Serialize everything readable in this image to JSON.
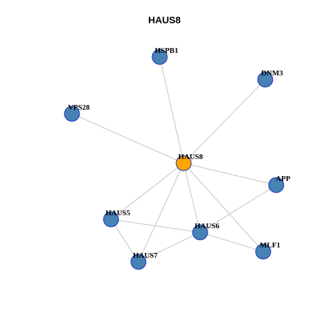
{
  "title": "HAUS8",
  "colors": {
    "center_node": "#FFA500",
    "node": "#4682B4",
    "node_border": "#1C2FBD",
    "edge": "#B3B3B3"
  },
  "nodes": [
    {
      "id": "HAUS8",
      "label": "HAUS8",
      "center": true
    },
    {
      "id": "HSPB1",
      "label": "HSPB1"
    },
    {
      "id": "DNM3",
      "label": "DNM3"
    },
    {
      "id": "VPS28",
      "label": "VPS28"
    },
    {
      "id": "APP",
      "label": "APP"
    },
    {
      "id": "HAUS5",
      "label": "HAUS5"
    },
    {
      "id": "HAUS6",
      "label": "HAUS6"
    },
    {
      "id": "MLF1",
      "label": "MLF1"
    },
    {
      "id": "HAUS7",
      "label": "HAUS7"
    }
  ],
  "edges": [
    [
      "HAUS8",
      "HSPB1"
    ],
    [
      "HAUS8",
      "DNM3"
    ],
    [
      "HAUS8",
      "VPS28"
    ],
    [
      "HAUS8",
      "APP"
    ],
    [
      "HAUS8",
      "HAUS5"
    ],
    [
      "HAUS8",
      "HAUS6"
    ],
    [
      "HAUS8",
      "MLF1"
    ],
    [
      "HAUS8",
      "HAUS7"
    ],
    [
      "HAUS5",
      "HAUS6"
    ],
    [
      "HAUS5",
      "HAUS7"
    ],
    [
      "HAUS6",
      "HAUS7"
    ],
    [
      "HAUS6",
      "MLF1"
    ],
    [
      "HAUS6",
      "APP"
    ]
  ]
}
